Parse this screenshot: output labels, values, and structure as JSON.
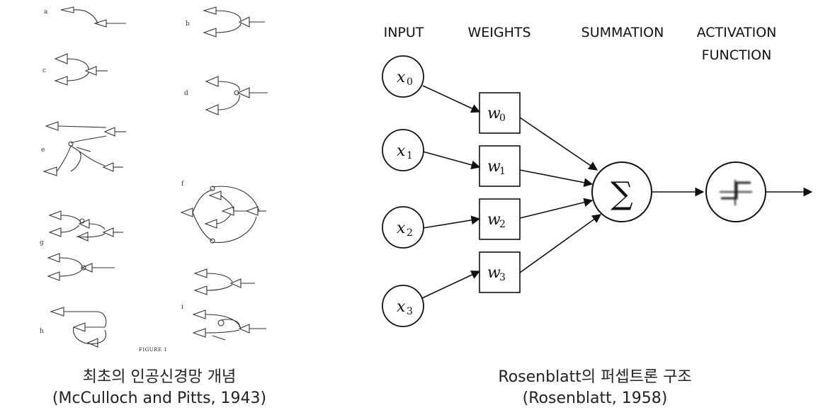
{
  "left_figure": {
    "panel_labels": [
      "a",
      "b",
      "c",
      "d",
      "e",
      "f",
      "g",
      "h",
      "i"
    ],
    "figure_label": "FIGURE 1"
  },
  "right_figure": {
    "headers": {
      "input": "INPUT",
      "weights": "WEIGHTS",
      "summation": "SUMMATION",
      "activation_line1": "ACTIVATION",
      "activation_line2": "FUNCTION"
    },
    "inputs": [
      {
        "var": "x",
        "sub": "0"
      },
      {
        "var": "x",
        "sub": "1"
      },
      {
        "var": "x",
        "sub": "2"
      },
      {
        "var": "x",
        "sub": "3"
      }
    ],
    "weights": [
      {
        "var": "w",
        "sub": "0"
      },
      {
        "var": "w",
        "sub": "1"
      },
      {
        "var": "w",
        "sub": "2"
      },
      {
        "var": "w",
        "sub": "3"
      }
    ],
    "summation_symbol": "∑"
  },
  "captions": {
    "left_line1": "최초의 인공신경망 개념",
    "left_line2": "(McCulloch and Pitts, 1943)",
    "right_line1": "Rosenblatt의 퍼셉트론 구조",
    "right_line2": "(Rosenblatt, 1958)"
  }
}
